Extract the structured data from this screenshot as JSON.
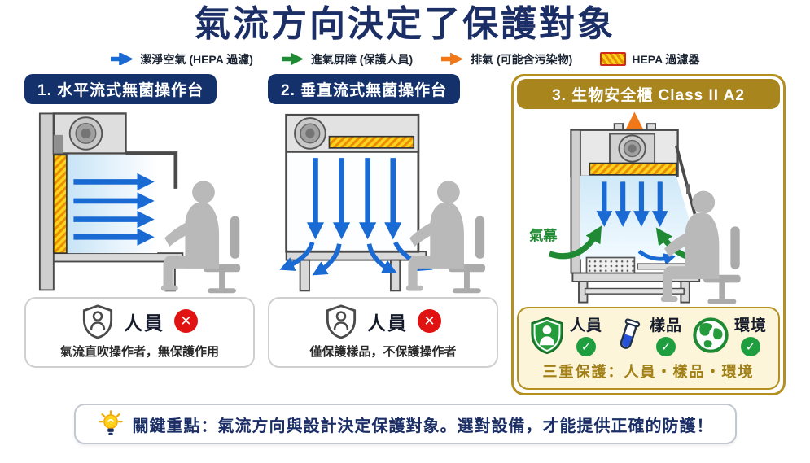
{
  "title": "氣流方向決定了保護對象",
  "legend": {
    "items": [
      {
        "icon": "blue-arrow-icon",
        "label": "潔淨空氣 (HEPA 過濾)",
        "color": "#1a6ad4"
      },
      {
        "icon": "green-arrow-icon",
        "label": "進氣屏障 (保護人員)",
        "color": "#1f8a33"
      },
      {
        "icon": "orange-arrow-icon",
        "label": "排氣 (可能含污染物)",
        "color": "#f07818"
      },
      {
        "icon": "hepa-filter-swatch",
        "label": "HEPA 過濾器",
        "color": "#ffd21e"
      }
    ]
  },
  "panels": [
    {
      "header": "1. 水平流式無菌操作台",
      "status": {
        "icon": "shield-person-icon",
        "subject": "人員",
        "result": "fail",
        "description": "氣流直吹操作者，無保護作用"
      }
    },
    {
      "header": "2. 垂直流式無菌操作台",
      "status": {
        "icon": "shield-person-icon",
        "subject": "人員",
        "result": "fail",
        "description": "僅保護樣品，不保護操作者"
      }
    },
    {
      "header": "3. 生物安全櫃 Class II A2",
      "air_curtain_label": "氣幕",
      "status": {
        "items": [
          {
            "icon": "green-shield-person-icon",
            "label": "人員",
            "result": "pass"
          },
          {
            "icon": "test-tube-icon",
            "label": "樣品",
            "result": "pass"
          },
          {
            "icon": "globe-icon",
            "label": "環境",
            "result": "pass"
          }
        ],
        "summary": "三重保護：人員・樣品・環境"
      }
    }
  ],
  "key_point": "關鍵重點：氣流方向與設計決定保護對象。選對設備，才能提供正確的防護！",
  "icons": {
    "pass_glyph": "✓",
    "fail_glyph": "✕",
    "key_point_icon": "lightbulb-icon"
  },
  "colors": {
    "navy": "#1b2f66",
    "header_navy": "#14316b",
    "gold": "#a8861d",
    "gold_border": "#b3901f",
    "cream": "#fdf5d9",
    "arrow_blue": "#1a6ad4",
    "arrow_green": "#1f8a33",
    "arrow_orange": "#f07818",
    "fail_red": "#e01212",
    "pass_green": "#1f9e40",
    "hepa_yellow": "#ffd21e",
    "hepa_stripe": "#e88f00"
  }
}
